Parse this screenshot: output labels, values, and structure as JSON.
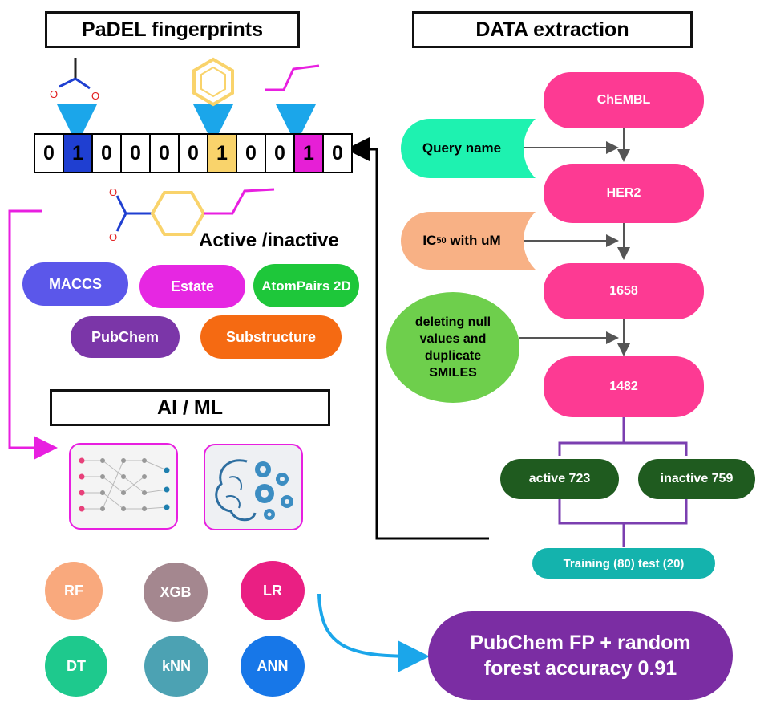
{
  "headers": {
    "padel": "PaDEL fingerprints",
    "data_extraction": "DATA extraction",
    "ai_ml": "AI / ML"
  },
  "fingerprint": {
    "bits": [
      "0",
      "1",
      "0",
      "0",
      "0",
      "0",
      "1",
      "0",
      "0",
      "1",
      "0"
    ],
    "bit_colors": [
      "#ffffff",
      "#1f3fd1",
      "#ffffff",
      "#ffffff",
      "#ffffff",
      "#ffffff",
      "#f9d36b",
      "#ffffff",
      "#ffffff",
      "#e61fd6",
      "#ffffff"
    ],
    "active_label": "Active /inactive"
  },
  "fp_types": [
    {
      "label": "MACCS",
      "color": "#5b57ea"
    },
    {
      "label": "Estate",
      "color": "#e627e2"
    },
    {
      "label": "AtomPairs 2D",
      "color": "#1ec73a"
    },
    {
      "label": "PubChem",
      "color": "#7b36a8"
    },
    {
      "label": "Substructure",
      "color": "#f56a12"
    }
  ],
  "pipeline": {
    "chembl": "ChEMBL",
    "her2": "HER2",
    "n1658": "1658",
    "n1482": "1482",
    "query": "Query name",
    "ic50_main": "IC",
    "ic50_sub": "50",
    "ic50_rest": " with uM",
    "cleaning": "deleting null values and duplicate SMILES",
    "active": "active 723",
    "inactive": "inactive 759",
    "split": "Training (80) test (20)"
  },
  "models": [
    {
      "label": "RF",
      "color": "#f9a97d"
    },
    {
      "label": "XGB",
      "color": "#a4878f"
    },
    {
      "label": "LR",
      "color": "#ea1f83"
    },
    {
      "label": "DT",
      "color": "#1ec98d"
    },
    {
      "label": "kNN",
      "color": "#4ca2b3"
    },
    {
      "label": "ANN",
      "color": "#1777e8"
    }
  ],
  "result": "PubChem FP + random forest accuracy 0.91",
  "colors": {
    "pink": "#fd3a93",
    "query": "#1ef2b0",
    "ic50": "#f8b185",
    "cleaning": "#6ecf4c",
    "dark_green": "#1f5b1f",
    "teal": "#14b3ad",
    "bracket": "#7b3fb0",
    "result": "#7b2da3",
    "magenta_line": "#e81fe0",
    "cyan_arrow": "#1ba6ea"
  }
}
